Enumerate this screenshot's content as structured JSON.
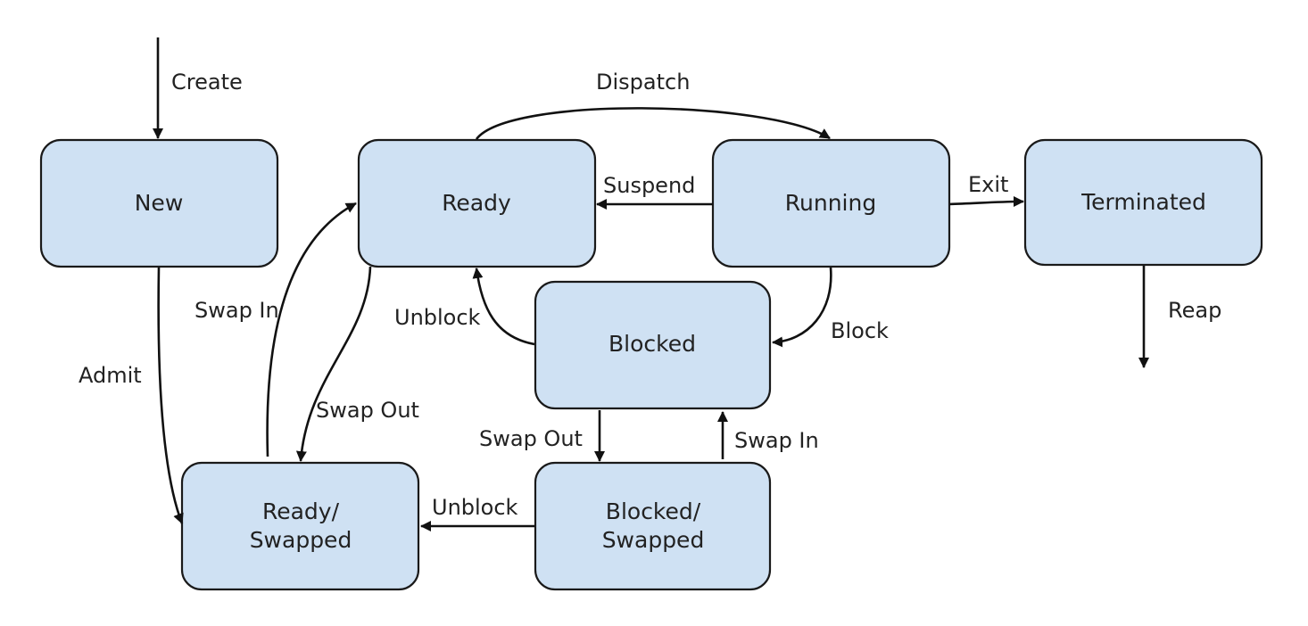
{
  "diagram": {
    "states": {
      "new": "New",
      "ready": "Ready",
      "running": "Running",
      "terminated": "Terminated",
      "blocked": "Blocked",
      "ready_swapped_line1": "Ready/",
      "ready_swapped_line2": "Swapped",
      "blocked_swapped_line1": "Blocked/",
      "blocked_swapped_line2": "Swapped"
    },
    "transitions": {
      "create": "Create",
      "dispatch": "Dispatch",
      "suspend": "Suspend",
      "exit": "Exit",
      "reap": "Reap",
      "admit": "Admit",
      "swap_in_ready": "Swap In",
      "swap_out_ready": "Swap Out",
      "unblock_ready": "Unblock",
      "block": "Block",
      "swap_out_blocked": "Swap Out",
      "swap_in_blocked": "Swap In",
      "unblock_swapped": "Unblock"
    },
    "colors": {
      "state_fill": "#cfe1f3",
      "state_stroke": "#1a1a1a",
      "edge": "#111111"
    }
  }
}
